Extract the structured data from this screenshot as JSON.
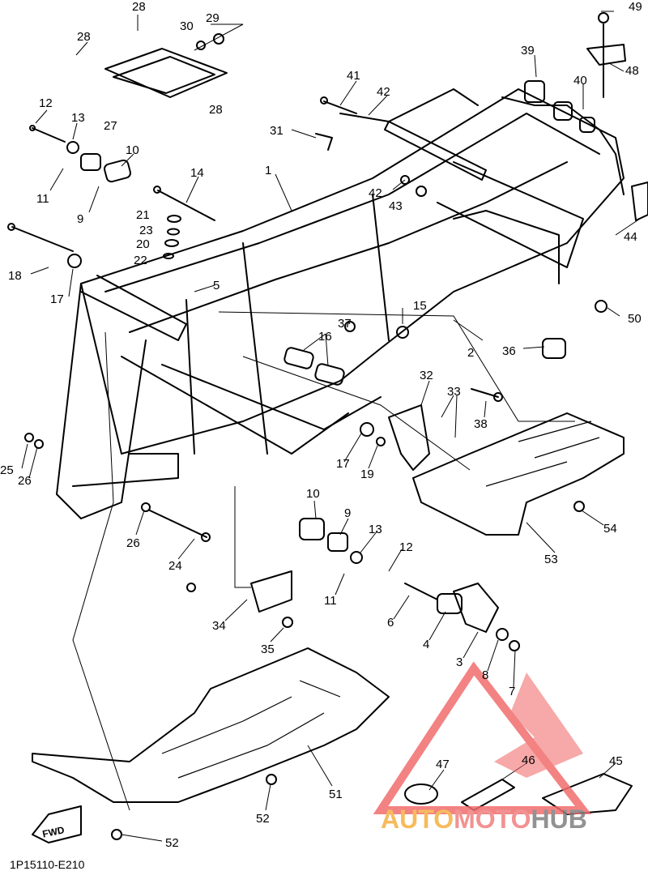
{
  "diagram": {
    "code": "1P15110-E210",
    "fwd_label": "FWD",
    "callouts": [
      "1",
      "2",
      "3",
      "4",
      "5",
      "6",
      "7",
      "8",
      "9",
      "10",
      "11",
      "12",
      "13",
      "14",
      "15",
      "16",
      "17",
      "18",
      "19",
      "20",
      "21",
      "22",
      "23",
      "24",
      "25",
      "26",
      "27",
      "28",
      "29",
      "30",
      "31",
      "32",
      "33",
      "34",
      "35",
      "36",
      "37",
      "38",
      "39",
      "40",
      "41",
      "42",
      "43",
      "44",
      "45",
      "46",
      "47",
      "48",
      "49",
      "50",
      "51",
      "52",
      "53",
      "54"
    ]
  },
  "watermark": {
    "brand_part1": "AUTO",
    "brand_part2": "MOTO",
    "brand_part3": "HUB",
    "colors": {
      "part1": "#f5b041",
      "part2": "#f08080",
      "part3": "#808080",
      "logo": "#f26d6d"
    }
  }
}
